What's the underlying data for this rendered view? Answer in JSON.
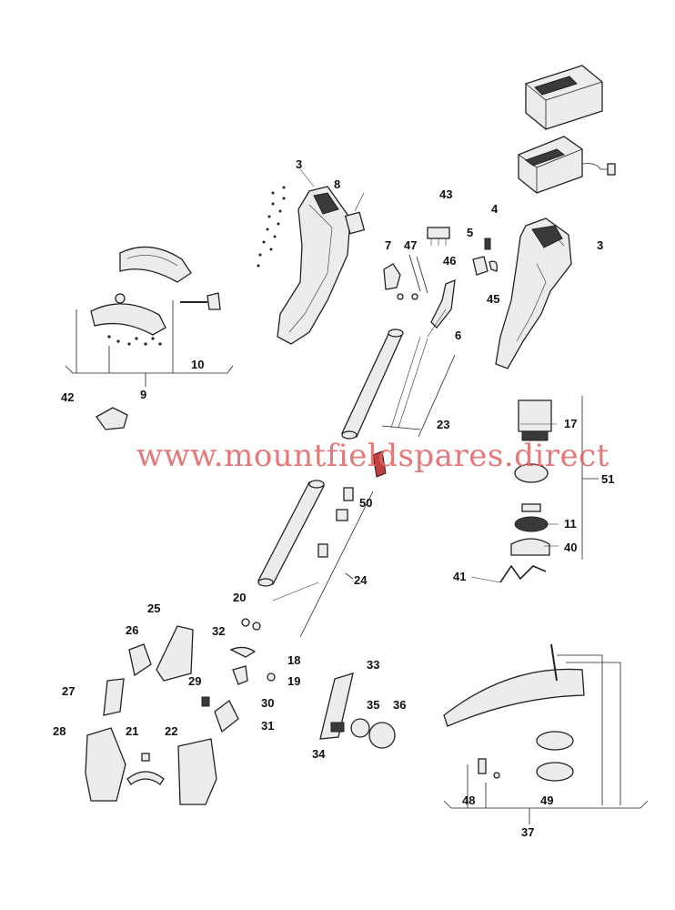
{
  "watermark": "www.mountfieldspares.direct",
  "labels": {
    "p3a": "3",
    "p8": "8",
    "p43": "43",
    "p4": "4",
    "p3b": "3",
    "p7": "7",
    "p47": "47",
    "p5": "5",
    "p46": "46",
    "p45": "45",
    "p6": "6",
    "p10": "10",
    "p9": "9",
    "p42": "42",
    "p23": "23",
    "p17": "17",
    "p51": "51",
    "p50": "50",
    "p11": "11",
    "p40": "40",
    "p41": "41",
    "p24": "24",
    "p20": "20",
    "p25": "25",
    "p26": "26",
    "p32": "32",
    "p18": "18",
    "p33": "33",
    "p19": "19",
    "p29": "29",
    "p27": "27",
    "p30": "30",
    "p35": "35",
    "p36": "36",
    "p31": "31",
    "p28": "28",
    "p21": "21",
    "p22": "22",
    "p34": "34",
    "p48": "48",
    "p49": "49",
    "p37": "37"
  },
  "colors": {
    "watermark": "#e06060",
    "ink": "#222222",
    "part_fill": "#ececec",
    "part_dark": "#3a3a3a"
  }
}
